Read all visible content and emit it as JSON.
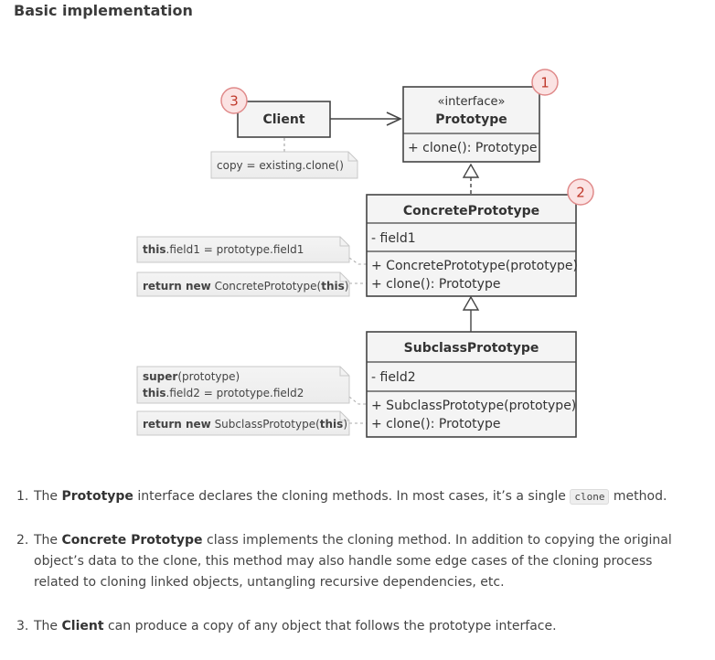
{
  "heading": "Basic implementation",
  "diagram": {
    "client": {
      "name": "Client",
      "badge": "3"
    },
    "prototype": {
      "stereotype": "«interface»",
      "name": "Prototype",
      "method": "+ clone(): Prototype",
      "badge": "1"
    },
    "concrete": {
      "name": "ConcretePrototype",
      "field": "- field1",
      "method1": "+ ConcretePrototype(prototype)",
      "method2": "+ clone(): Prototype",
      "badge": "2"
    },
    "subclass": {
      "name": "SubclassPrototype",
      "field": "- field2",
      "method1": "+ SubclassPrototype(prototype)",
      "method2": "+ clone(): Prototype"
    },
    "notes": {
      "client": "copy = existing.clone()",
      "concrete_ctor": {
        "kw": "this",
        "rest": ".field1 = prototype.field1"
      },
      "concrete_clone": {
        "kw1": "return new",
        "mid": " ConcretePrototype(",
        "kw2": "this",
        "end": ")"
      },
      "subclass_ctor_1": {
        "kw": "super",
        "rest": "(prototype)"
      },
      "subclass_ctor_2": {
        "kw": "this",
        "rest": ".field2 = prototype.field2"
      },
      "subclass_clone": {
        "kw1": "return new",
        "mid": " SubclassPrototype(",
        "kw2": "this",
        "end": ")"
      }
    }
  },
  "steps": [
    {
      "num": "1.",
      "pre": "The ",
      "bold": "Prototype",
      "post": " interface declares the cloning methods. In most cases, it’s a single ",
      "code": "clone",
      "end": " method."
    },
    {
      "num": "2.",
      "pre": "The ",
      "bold": "Concrete Prototype",
      "post": " class implements the cloning method. In addition to copying the original object’s data to the clone, this method may also handle some edge cases of the cloning process related to cloning linked objects, untangling recursive dependencies, etc."
    },
    {
      "num": "3.",
      "pre": "The ",
      "bold": "Client",
      "post": " can produce a copy of any object that follows the prototype interface."
    }
  ]
}
